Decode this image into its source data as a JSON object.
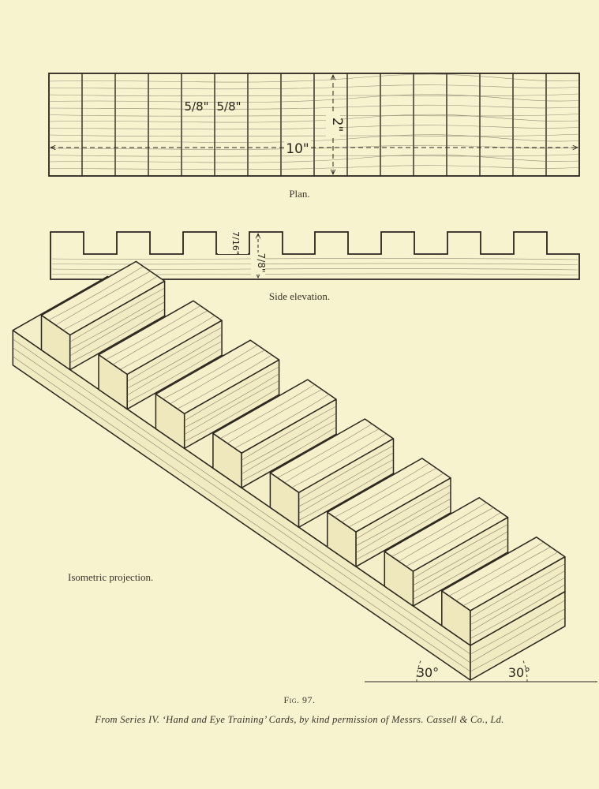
{
  "plan": {
    "caption": "Plan.",
    "dim_length": "10\"",
    "dim_width": "2\"",
    "dim_slot_a": "5/8\"",
    "dim_slot_b": "5/8\""
  },
  "side": {
    "caption": "Side elevation.",
    "dim_depth": "7/16\"",
    "dim_height": "7/8\""
  },
  "iso": {
    "caption": "Isometric projection.",
    "angle_left": "30°",
    "angle_right": "30°"
  },
  "figure_label": "Fig. 97.",
  "credit": "From Series IV. ‘Hand and Eye Training’ Cards, by kind permission of Messrs. Cassell & Co., Ld.",
  "colors": {
    "paper": "#f7f3cf",
    "ink": "#2a2620"
  }
}
